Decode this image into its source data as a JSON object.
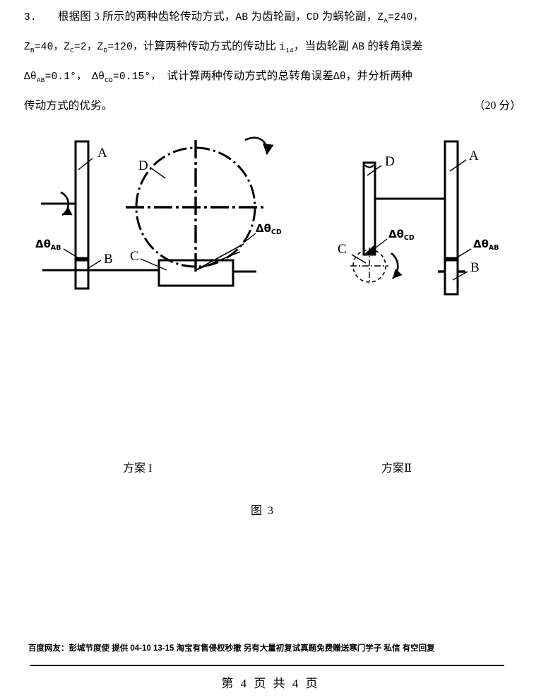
{
  "question": {
    "number": "3.",
    "lines": [
      {
        "id": "line1",
        "parts": [
          {
            "t": "根据图 3 所示的两种齿轮传动方式，",
            "k": "cn"
          },
          {
            "t": "AB",
            "k": "lat"
          },
          {
            "t": " 为齿轮副，",
            "k": "cn"
          },
          {
            "t": "CD",
            "k": "lat"
          },
          {
            "t": " 为蜗轮副，",
            "k": "cn"
          },
          {
            "t": "Z",
            "k": "lat"
          },
          {
            "t": "A",
            "k": "sub"
          },
          {
            "t": "=240，",
            "k": "lat"
          }
        ]
      },
      {
        "id": "line2",
        "parts": [
          {
            "t": "Z",
            "k": "lat"
          },
          {
            "t": "B",
            "k": "sub"
          },
          {
            "t": "=40，",
            "k": "lat"
          },
          {
            "t": "Z",
            "k": "lat"
          },
          {
            "t": "C",
            "k": "sub"
          },
          {
            "t": "=2，",
            "k": "lat"
          },
          {
            "t": "Z",
            "k": "lat"
          },
          {
            "t": "D",
            "k": "sub"
          },
          {
            "t": "=120，",
            "k": "lat"
          },
          {
            "t": "计算两种传动方式的传动比 ",
            "k": "cn"
          },
          {
            "t": "i",
            "k": "lat"
          },
          {
            "t": "14",
            "k": "sub"
          },
          {
            "t": "，当齿轮副 ",
            "k": "cn"
          },
          {
            "t": "AB",
            "k": "lat"
          },
          {
            "t": " 的转角误差",
            "k": "cn"
          }
        ]
      },
      {
        "id": "line3",
        "parts": [
          {
            "t": "Δθ",
            "k": "lat"
          },
          {
            "t": "AB",
            "k": "sub"
          },
          {
            "t": "=0.1°，",
            "k": "lat"
          },
          {
            "t": "　Δθ",
            "k": "lat"
          },
          {
            "t": "CD",
            "k": "sub"
          },
          {
            "t": "=0.15°，",
            "k": "lat"
          },
          {
            "t": "　试计算两种传动方式的总转角误差",
            "k": "cn"
          },
          {
            "t": "Δθ",
            "k": "lat"
          },
          {
            "t": "，并分析两种",
            "k": "cn"
          }
        ]
      },
      {
        "id": "line4",
        "parts": [
          {
            "t": "传动方式的优劣。",
            "k": "cn"
          }
        ],
        "trailing": "（20 分）"
      }
    ]
  },
  "figure": {
    "scheme_one_caption": "方案 I",
    "scheme_two_caption": "方案Ⅱ",
    "figure_label": "图 3",
    "scheme_one": {
      "labels": {
        "gear_a": "A",
        "gear_b": "B",
        "worm_c": "C",
        "worm_wheel_d": "D",
        "error_ab": "Δθ",
        "error_ab_sub": "AB",
        "error_cd": "Δθ",
        "error_cd_sub": "CD"
      }
    },
    "scheme_two": {
      "labels": {
        "gear_a": "A",
        "gear_b": "B",
        "worm_c": "C",
        "worm_wheel_d": "D",
        "error_ab": "Δθ",
        "error_ab_sub": "AB",
        "error_cd": "Δθ",
        "error_cd_sub": "CD"
      }
    }
  },
  "footer": {
    "note": "百度网友：彭城节度使  提供 04-10 13-15  淘宝有售侵权秒撤  另有大量初复试真题免费赠送寒门学子  私信  有空回复",
    "page_number": "第 4 页  共 4 页"
  },
  "colors": {
    "ink": "#000000",
    "paper": "#ffffff"
  }
}
